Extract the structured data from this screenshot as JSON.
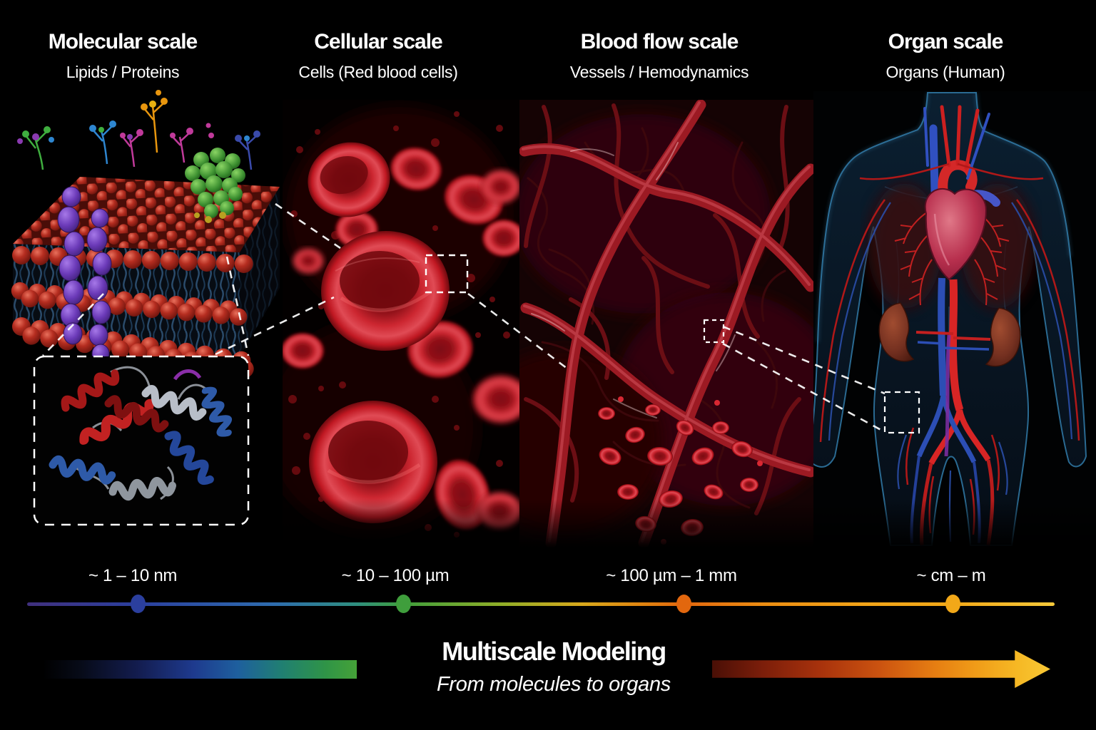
{
  "panels": [
    {
      "title": "Molecular scale",
      "subtitle": "Lipids / Proteins",
      "scale_label": "~ 1 – 10 nm",
      "dot_color": "#2b3f9e"
    },
    {
      "title": "Cellular scale",
      "subtitle": "Cells (Red blood cells)",
      "scale_label": "~ 10 – 100 µm",
      "dot_color": "#3f9e3c"
    },
    {
      "title": "Blood flow scale",
      "subtitle": "Vessels / Hemodynamics",
      "scale_label": "~ 100 µm – 1 mm",
      "dot_color": "#e2670e"
    },
    {
      "title": "Organ scale",
      "subtitle": "Organs (Human)",
      "scale_label": "~ cm – m",
      "dot_color": "#f2a818"
    }
  ],
  "footer": {
    "title": "Multiscale Modeling",
    "subtitle": "From molecules to organs"
  },
  "colors": {
    "text": "#ffffff",
    "background": "#000000",
    "scale_line_gradient": [
      "#40307e",
      "#2b3f9e",
      "#2f8f80",
      "#3f9e3c",
      "#d8a81c",
      "#e2670e",
      "#f2a818",
      "#f6c93a"
    ],
    "left_bar_gradient": [
      "#070b18",
      "#1e3a8e",
      "#1e5f9e",
      "#207f72",
      "#45a238"
    ],
    "right_arrow_gradient": [
      "#4a0f06",
      "#a8320c",
      "#e67e12",
      "#f8c835"
    ],
    "connector": "#ffffff"
  }
}
